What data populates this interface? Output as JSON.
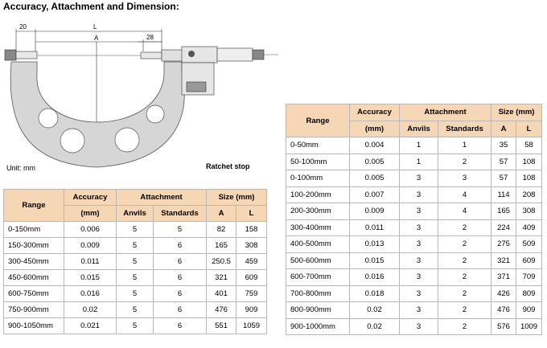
{
  "heading": "Accuracy, Attachment and Dimension:",
  "drawing": {
    "dim_20": "20",
    "dim_L": "L",
    "dim_A": "A",
    "dim_28": "28",
    "unit": "Unit:  mm",
    "ratchet": "Ratchet stop"
  },
  "headers": {
    "range": "Range",
    "accuracy": "Accuracy",
    "accuracy_unit": "(mm)",
    "attachment": "Attachment",
    "anvils": "Anvils",
    "standards": "Standards",
    "size": "Size (mm)",
    "a": "A",
    "l": "L"
  },
  "table_left": [
    [
      "0-150mm",
      "0.006",
      "5",
      "5",
      "82",
      "158"
    ],
    [
      "150-300mm",
      "0.009",
      "5",
      "6",
      "165",
      "308"
    ],
    [
      "300-450mm",
      "0.011",
      "5",
      "6",
      "250.5",
      "459"
    ],
    [
      "450-600mm",
      "0.015",
      "5",
      "6",
      "321",
      "609"
    ],
    [
      "600-750mm",
      "0.016",
      "5",
      "6",
      "401",
      "759"
    ],
    [
      "750-900mm",
      "0.02",
      "5",
      "6",
      "476",
      "909"
    ],
    [
      "900-1050mm",
      "0.021",
      "5",
      "6",
      "551",
      "1059"
    ]
  ],
  "table_right": [
    [
      "0-50mm",
      "0.004",
      "1",
      "1",
      "35",
      "58"
    ],
    [
      "50-100mm",
      "0.005",
      "1",
      "2",
      "57",
      "108"
    ],
    [
      "0-100mm",
      "0.005",
      "3",
      "3",
      "57",
      "108"
    ],
    [
      "100-200mm",
      "0.007",
      "3",
      "4",
      "114",
      "208"
    ],
    [
      "200-300mm",
      "0.009",
      "3",
      "4",
      "165",
      "308"
    ],
    [
      "300-400mm",
      "0.011",
      "3",
      "2",
      "224",
      "409"
    ],
    [
      "400-500mm",
      "0.013",
      "3",
      "2",
      "275",
      "509"
    ],
    [
      "500-600mm",
      "0.015",
      "3",
      "2",
      "321",
      "609"
    ],
    [
      "600-700mm",
      "0.016",
      "3",
      "2",
      "371",
      "709"
    ],
    [
      "700-800mm",
      "0.018",
      "3",
      "2",
      "426",
      "809"
    ],
    [
      "800-900mm",
      "0.02",
      "3",
      "2",
      "476",
      "909"
    ],
    [
      "900-1000mm",
      "0.02",
      "3",
      "2",
      "576",
      "1009"
    ]
  ],
  "colors": {
    "header_bg": "#f5d7b5",
    "border": "#b8b8b8",
    "frame": "#d6d6d6"
  }
}
